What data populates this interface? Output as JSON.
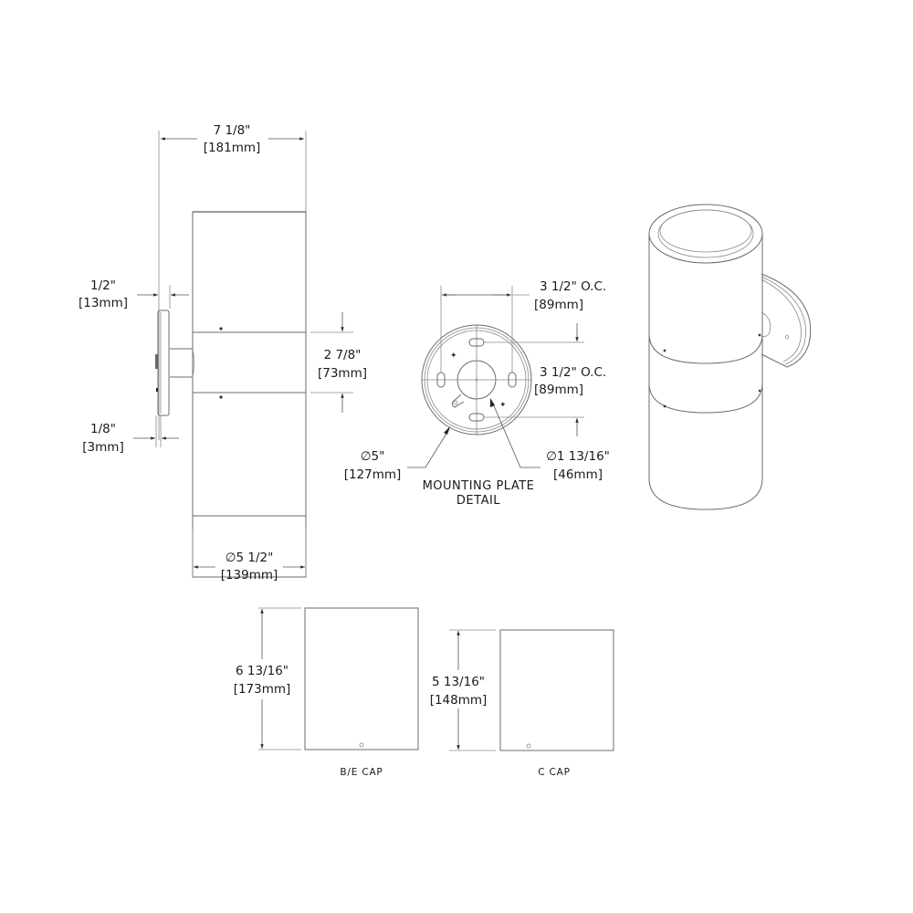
{
  "side_view": {
    "overall_width": {
      "imperial": "7 1/8\"",
      "metric": "[181mm]"
    },
    "plate_offset": {
      "imperial": "1/2\"",
      "metric": "[13mm]"
    },
    "plate_thickness": {
      "imperial": "1/8\"",
      "metric": "[3mm]"
    },
    "arm_height": {
      "imperial": "2 7/8\"",
      "metric": "[73mm]"
    },
    "body_diameter": {
      "imperial": "∅5 1/2\"",
      "metric": "[139mm]"
    }
  },
  "mounting_plate": {
    "title_line1": "MOUNTING PLATE",
    "title_line2": "DETAIL",
    "horizontal_oc": {
      "imperial": "3 1/2\"  O.C.",
      "metric": "[89mm]"
    },
    "vertical_oc": {
      "imperial": "3 1/2\"  O.C.",
      "metric": "[89mm]"
    },
    "plate_diameter": {
      "imperial": "∅5\"",
      "metric": "[127mm]"
    },
    "hole_diameter": {
      "imperial": "∅1 13/16\"",
      "metric": "[46mm]"
    }
  },
  "caps": [
    {
      "label": "B/E CAP",
      "height": {
        "imperial": "6 13/16\"",
        "metric": "[173mm]"
      }
    },
    {
      "label": "C CAP",
      "height": {
        "imperial": "5 13/16\"",
        "metric": "[148mm]"
      }
    }
  ],
  "isometric_view": {
    "name": "wall-sconce-isometric"
  }
}
